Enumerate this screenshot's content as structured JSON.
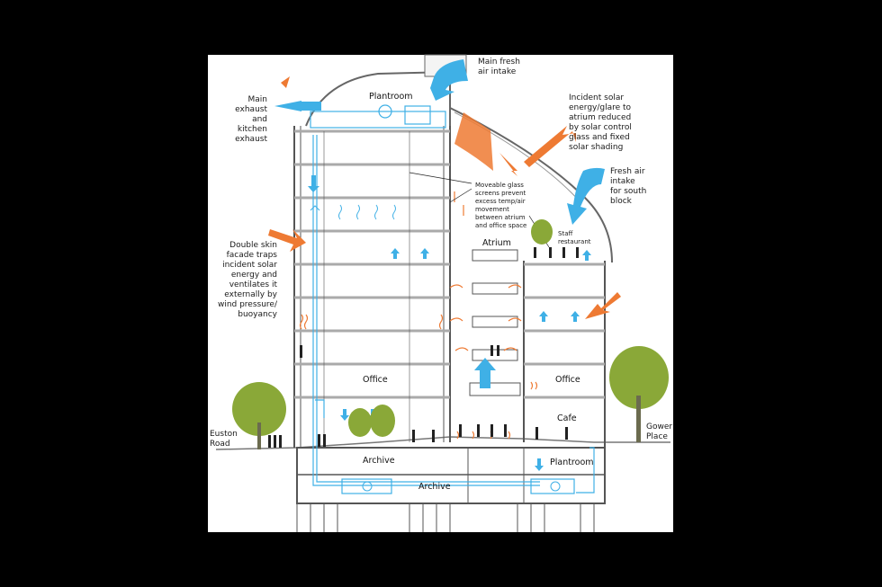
{
  "labels": {
    "main_fresh_air_intake": "Main fresh\nair intake",
    "main_exhaust": "Main\nexhaust\nand\nkitchen\nexhaust",
    "incident_solar": "Incident solar\nenergy/glare to\natrium reduced\nby solar control\nglass and fixed\nsolar shading",
    "fresh_air_south": "Fresh air\nintake\nfor south\nblock",
    "moveable_glass": "Moveable glass\nscreens prevent\nexcess temp/air\nmovement\nbetween atrium\nand office space",
    "double_skin": "Double skin\nfacade traps\nincident solar\nenergy and\nventilates it\nexternally by\nwind pressure/\nbuoyancy",
    "euston_road": "Euston\nRoad",
    "gower_place": "Gower\nPlace",
    "staff_restaurant": "Staff\nrestaurant",
    "plantroom_top": "Plantroom",
    "atrium": "Atrium",
    "office_left": "Office",
    "office_right": "Office",
    "cafe": "Cafe",
    "archive_upper": "Archive",
    "archive_lower": "Archive",
    "plantroom_basement": "Plantroom"
  },
  "colors": {
    "background": "#000000",
    "panel": "#ffffff",
    "structure": "#555555",
    "air_flow_blue": "#3fb0e6",
    "heat_orange": "#ee7a33",
    "tree_green": "#8aa838",
    "floor_grey": "#d9d9d9",
    "people": "#222222"
  }
}
